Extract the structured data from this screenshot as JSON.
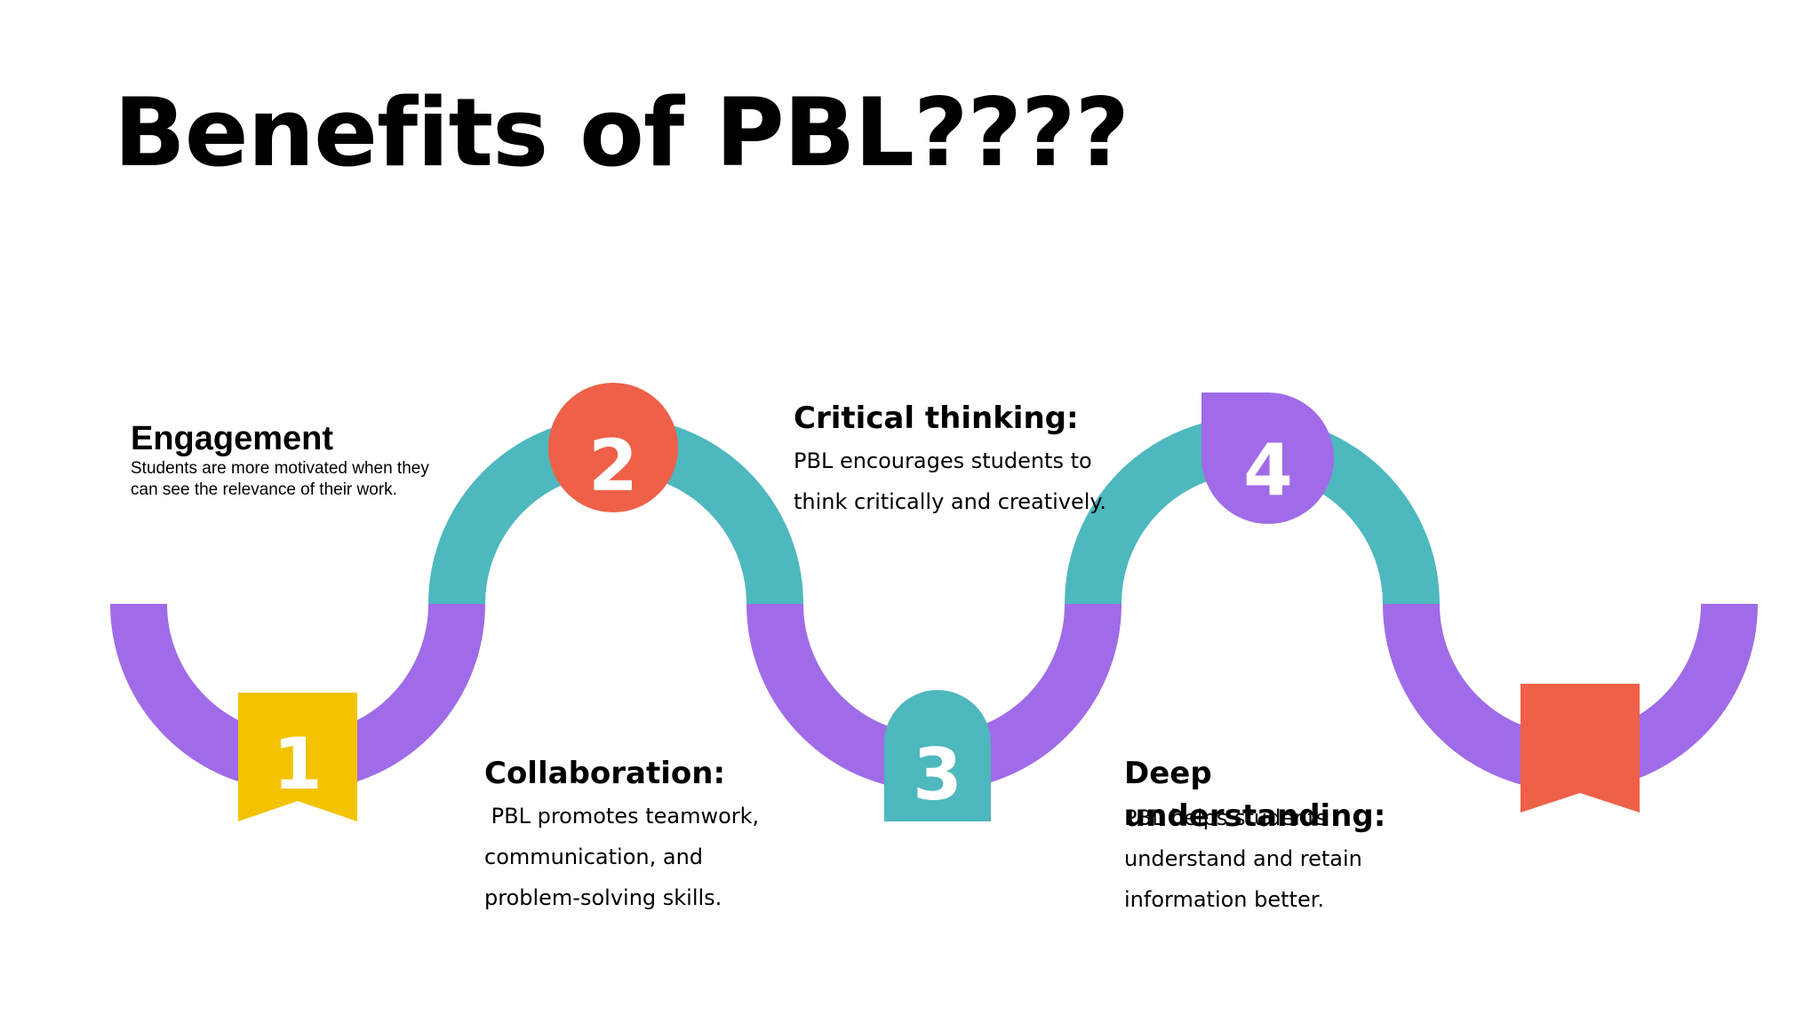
{
  "title": "Benefits of PBL????",
  "colors": {
    "purple": "#A06BE8",
    "teal": "#4DB8BD",
    "yellow": "#F3C300",
    "coral": "#EE6048",
    "text": "#000000",
    "background": "#FFFFFF"
  },
  "steps": [
    {
      "number": "1",
      "heading": "Engagement",
      "body": "Students are more motivated when they can see the relevance of their work.",
      "marker_shape": "ribbon-flag",
      "marker_color": "yellow"
    },
    {
      "number": "2",
      "heading": "Collaboration:",
      "body": " PBL promotes teamwork, communication, and problem-solving skills.",
      "marker_shape": "circle",
      "marker_color": "coral"
    },
    {
      "number": "3",
      "heading": "Critical thinking:",
      "body": "PBL encourages students to think critically and creatively.",
      "marker_shape": "arch",
      "marker_color": "teal"
    },
    {
      "number": "4",
      "heading": "Deep understanding:",
      "body": "PBL helps students understand and retain information better.",
      "marker_shape": "teardrop",
      "marker_color": "purple"
    }
  ],
  "end_marker": {
    "marker_shape": "ribbon-flag",
    "marker_color": "coral"
  }
}
